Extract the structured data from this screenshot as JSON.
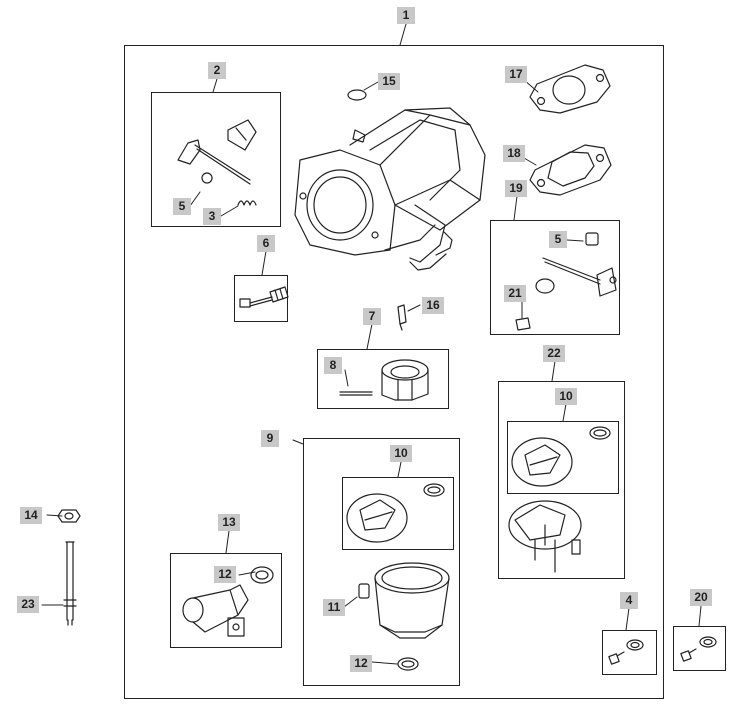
{
  "diagram": {
    "labels": {
      "l1": "1",
      "l2": "2",
      "l3": "3",
      "l4": "4",
      "l5a": "5",
      "l5b": "5",
      "l6": "6",
      "l7": "7",
      "l8": "8",
      "l9": "9",
      "l10a": "10",
      "l10b": "10",
      "l11": "11",
      "l12a": "12",
      "l12b": "12",
      "l13": "13",
      "l14": "14",
      "l15": "15",
      "l16": "16",
      "l17": "17",
      "l18": "18",
      "l19": "19",
      "l20": "20",
      "l21": "21",
      "l22": "22",
      "l23": "23"
    },
    "colors": {
      "label_bg": "#c8c8c8",
      "line": "#222222",
      "background": "#ffffff"
    }
  }
}
